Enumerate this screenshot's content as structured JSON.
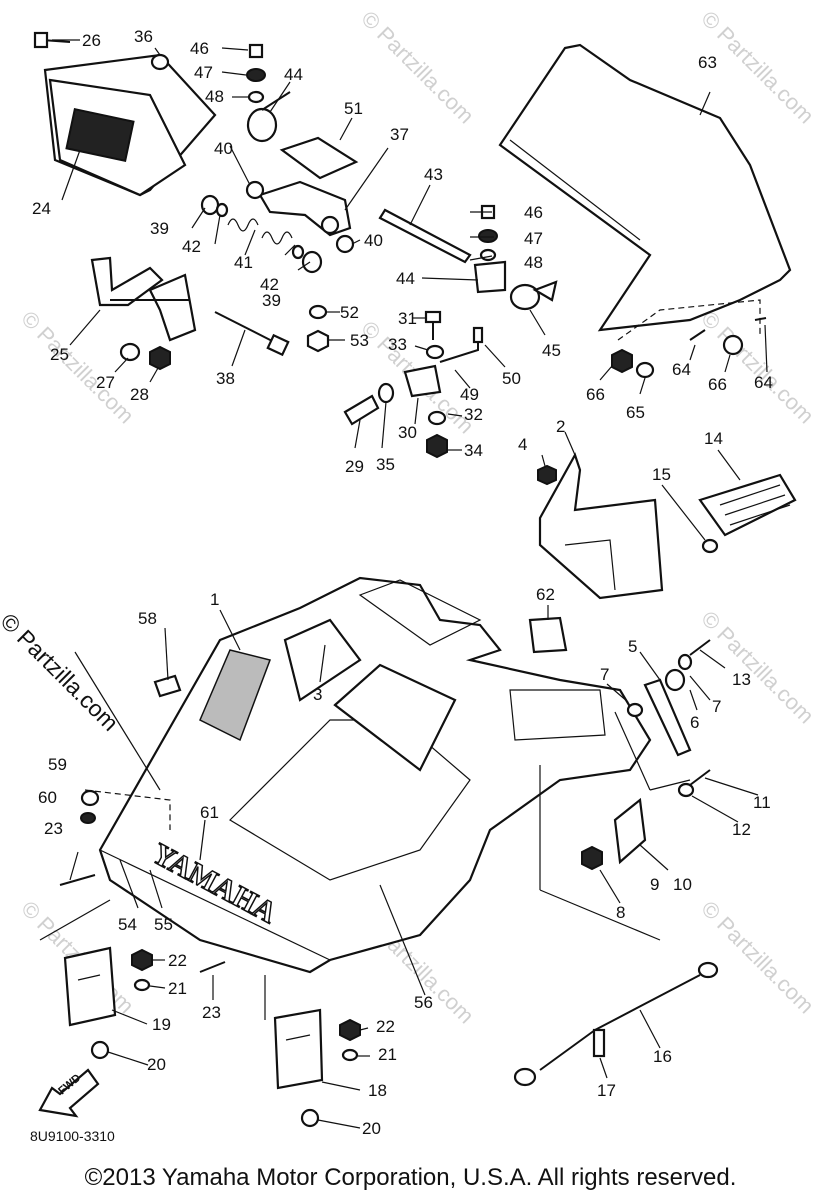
{
  "watermark": "© Partzilla.com",
  "side_mark": "© Partzilla.com",
  "diagram_code": "8U9100-3310",
  "copyright": "©2013  Yamaha Motor Corporation, U.S.A. All rights reserved.",
  "hood_brand": "YAMAHA",
  "fwd_arrow_label": "FWD",
  "part_labels": [
    "1",
    "2",
    "3",
    "4",
    "5",
    "6",
    "7",
    "7",
    "8",
    "9",
    "10",
    "11",
    "12",
    "13",
    "14",
    "15",
    "16",
    "17",
    "18",
    "19",
    "20",
    "20",
    "21",
    "21",
    "22",
    "22",
    "23",
    "23",
    "24",
    "25",
    "26",
    "27",
    "28",
    "29",
    "30",
    "31",
    "32",
    "33",
    "34",
    "35",
    "36",
    "37",
    "38",
    "39",
    "39",
    "40",
    "40",
    "41",
    "42",
    "42",
    "43",
    "44",
    "44",
    "45",
    "46",
    "46",
    "47",
    "47",
    "48",
    "48",
    "49",
    "50",
    "51",
    "52",
    "53",
    "54",
    "55",
    "56",
    "58",
    "59",
    "60",
    "61",
    "62",
    "63",
    "64",
    "64",
    "65",
    "66",
    "66"
  ]
}
